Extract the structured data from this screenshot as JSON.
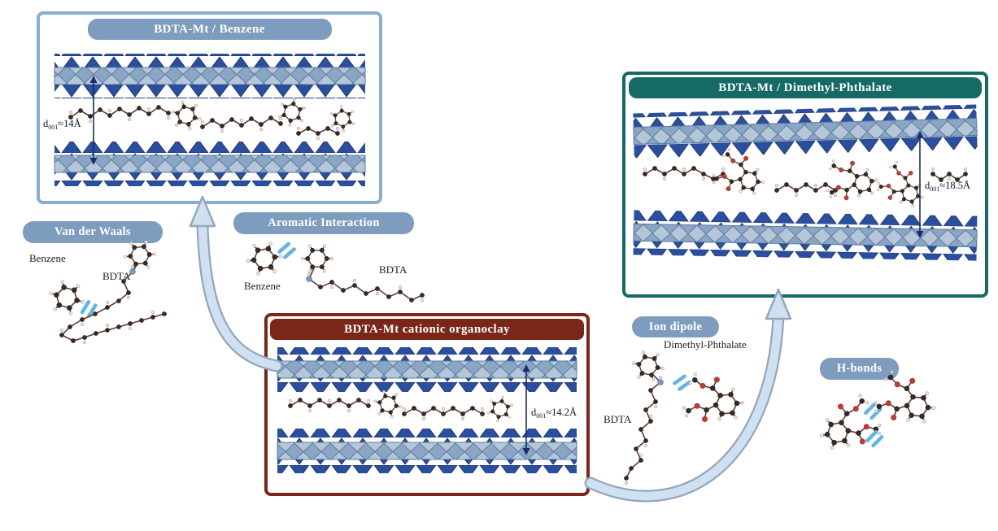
{
  "panels": {
    "benzene": {
      "title": "BDTA-Mt / Benzene",
      "d_prefix": "d",
      "d_sub": "001",
      "d_value": "≈14Å"
    },
    "organoclay": {
      "title": "BDTA-Mt cationic organoclay",
      "d_prefix": "d",
      "d_sub": "001",
      "d_value": "≈14.2Å"
    },
    "dmp": {
      "title": "BDTA-Mt / Dimethyl-Phthalate",
      "d_prefix": "d",
      "d_sub": "001",
      "d_value": "≈18.5Å"
    }
  },
  "interactions": {
    "van_der_waals": {
      "label": "Van der Waals",
      "mol1": "Benzene",
      "mol2": "BDTA"
    },
    "aromatic": {
      "label": "Aromatic Interaction",
      "mol1": "Benzene",
      "mol2": "BDTA"
    },
    "ion_dipole": {
      "label": "Ion dipole",
      "mol1": "Dimethyl-Phthalate",
      "mol2": "BDTA"
    },
    "h_bonds": {
      "label": "H-bonds"
    }
  },
  "colors": {
    "tetrahedra": "#2b4fa0",
    "octahedra": "#8ba6c5",
    "benzene_panel_accent": "#8cacce",
    "organoclay_panel_accent": "#7a2619",
    "dmp_panel_accent": "#156a66",
    "label_pill": "#7e9dbe",
    "interaction_mark": "#5fb6e6",
    "d_arrow": "#1b2c6b"
  }
}
